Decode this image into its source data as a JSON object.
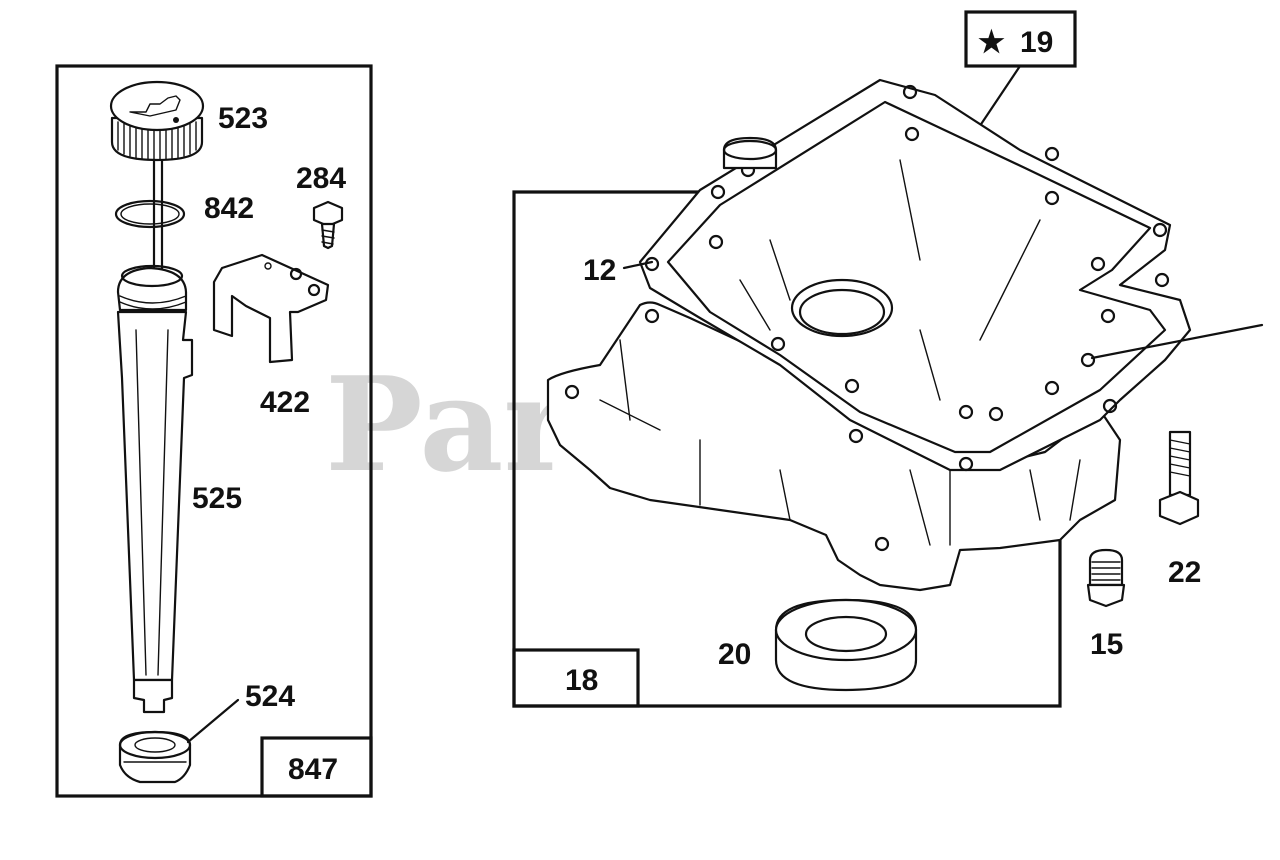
{
  "watermark": "PartsTree",
  "left_panel": {
    "box_number": "847",
    "parts": {
      "cap": "523",
      "o_ring": "842",
      "screw": "284",
      "bracket": "422",
      "tube": "525",
      "grommet": "524"
    }
  },
  "right_panel": {
    "box_number": "18",
    "parts": {
      "gasket_star": "★",
      "gasket": "19",
      "sump_edge": "12",
      "seal": "20",
      "plug": "15",
      "bolt": "22"
    }
  }
}
